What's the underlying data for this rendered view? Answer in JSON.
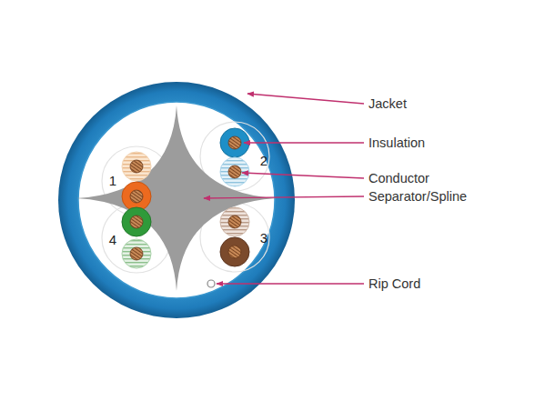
{
  "diagram": {
    "labels": [
      "1",
      "2",
      "4",
      "3",
      "Jacket",
      "Insulation",
      "Conductor",
      "Separator/Spline",
      "Rip Cord"
    ]
  }
}
